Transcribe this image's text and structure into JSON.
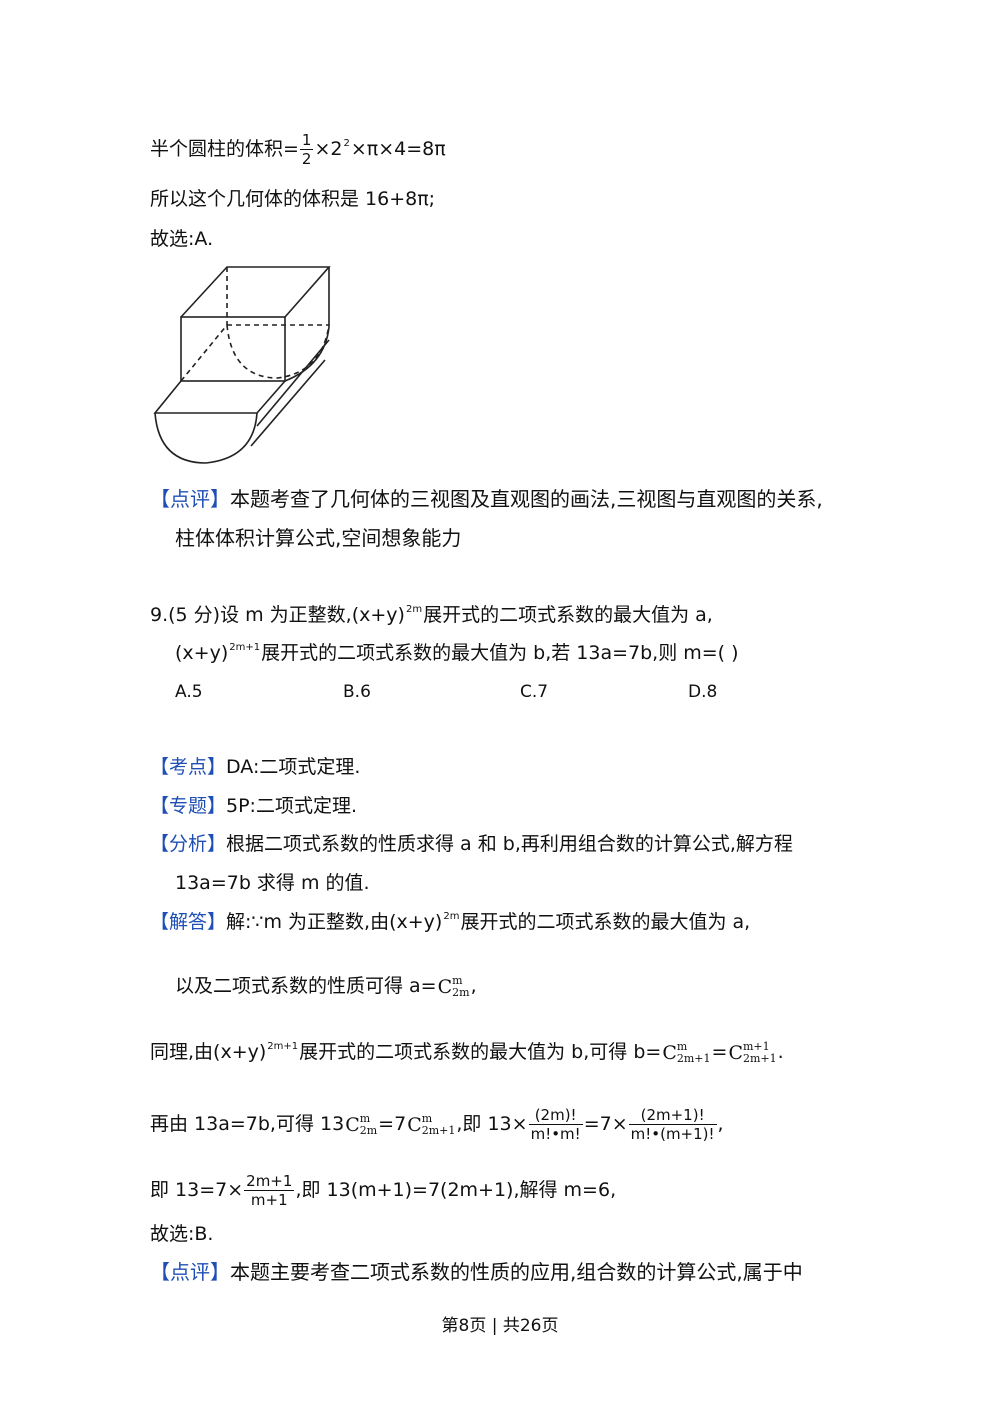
{
  "prev_solution": {
    "half_cylinder_prefix": "半个圆柱的体积=",
    "half_cylinder_frac_num": "1",
    "half_cylinder_frac_den": "2",
    "half_cylinder_rest_a": "×2",
    "half_cylinder_exp": "2",
    "half_cylinder_rest_b": "×π×4=8π",
    "total_volume": "所以这个几何体的体积是 16+8π;",
    "choice": "故选:A."
  },
  "review_1": {
    "tag": "【点评】",
    "line1": "本题考查了几何体的三视图及直观图的画法,三视图与直观图的关系,",
    "line2": "柱体体积计算公式,空间想象能力"
  },
  "question_9": {
    "l1_a": "9.(5 分)设 m 为正整数,(x+y)",
    "l1_exp": "2m",
    "l1_b": "展开式的二项式系数的最大值为 a,",
    "l2_a": "(x+y)",
    "l2_exp": "2m+1",
    "l2_b": "展开式的二项式系数的最大值为 b,若 13a=7b,则 m=(     )",
    "options": [
      "A.5",
      "B.6",
      "C.7",
      "D.8"
    ]
  },
  "answer_9": {
    "kaodian_tag": "【考点】",
    "kaodian": "DA:二项式定理.",
    "zhuanti_tag": "【专题】",
    "zhuanti": "5P:二项式定理.",
    "fenxi_tag": "【分析】",
    "fenxi_1": "根据二项式系数的性质求得 a 和 b,再利用组合数的计算公式,解方程",
    "fenxi_2": "13a=7b 求得 m 的值.",
    "jieda_tag": "【解答】",
    "jieda_1a": "解:∵m 为正整数,由(x+y)",
    "jieda_1exp": "2m",
    "jieda_1b": "展开式的二项式系数的最大值为 a,",
    "jieda_2": "以及二项式系数的性质可得 a=",
    "jieda_2c_top": "m",
    "jieda_2c_bot": "2m",
    "jieda_2end": ",",
    "tongli_a": "同理,由(x+y)",
    "tongli_exp": "2m+1",
    "tongli_b": "展开式的二项式系数的最大值为 b,可得 b=",
    "tongli_c1_top": "m",
    "tongli_c1_bot": "2m+1",
    "tongli_eq": "=",
    "tongli_c2_top": "m+1",
    "tongli_c2_bot": "2m+1",
    "tongli_end": ".",
    "zaiyou_a": "再由 13a=7b,可得 13",
    "zaiyou_c1_top": "m",
    "zaiyou_c1_bot": "2m",
    "zaiyou_b": "=7",
    "zaiyou_c2_top": "m",
    "zaiyou_c2_bot": "2m+1",
    "zaiyou_c": ",即 13×",
    "zaiyou_f1_num": "(2m)!",
    "zaiyou_f1_den": "m!•m!",
    "zaiyou_d": "=7×",
    "zaiyou_f2_num": "(2m+1)!",
    "zaiyou_f2_den": "m!•(m+1)!",
    "zaiyou_end": ",",
    "ji_a": "即 13=7×",
    "ji_f_num": "2m+1",
    "ji_f_den": "m+1",
    "ji_b": ",即 13(m+1)=7(2m+1),解得 m=6,",
    "choice": "故选:B."
  },
  "review_2": {
    "tag": "【点评】",
    "line1": "本题主要考查二项式系数的性质的应用,组合数的计算公式,属于中"
  },
  "footer": {
    "text": "第8页 | 共26页"
  },
  "colors": {
    "tag_blue": "#1f4fb5",
    "text": "#111111"
  }
}
